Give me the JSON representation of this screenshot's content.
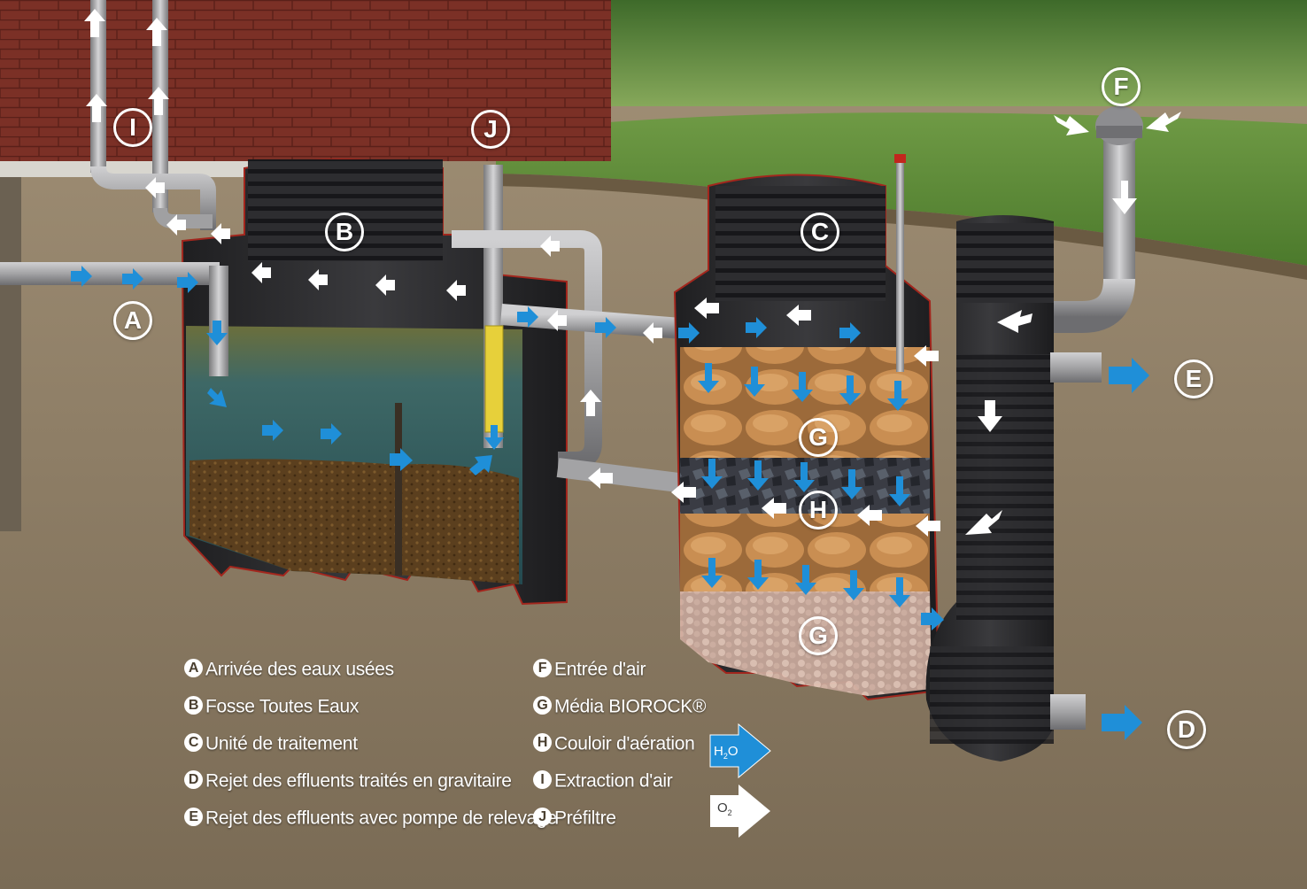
{
  "callouts": [
    {
      "id": "A",
      "label": "A"
    },
    {
      "id": "B",
      "label": "B"
    },
    {
      "id": "C",
      "label": "C"
    },
    {
      "id": "D",
      "label": "D"
    },
    {
      "id": "E",
      "label": "E"
    },
    {
      "id": "F",
      "label": "F"
    },
    {
      "id": "G1",
      "label": "G"
    },
    {
      "id": "G2",
      "label": "G"
    },
    {
      "id": "H",
      "label": "H"
    },
    {
      "id": "I",
      "label": "I"
    },
    {
      "id": "J",
      "label": "J"
    }
  ],
  "legend": {
    "left": [
      {
        "letter": "A",
        "text": "Arrivée des eaux usées"
      },
      {
        "letter": "B",
        "text": "Fosse Toutes Eaux"
      },
      {
        "letter": "C",
        "text": "Unité de traitement"
      },
      {
        "letter": "D",
        "text": "Rejet des effluents traités en gravitaire"
      },
      {
        "letter": "E",
        "text": "Rejet des effluents avec pompe de relevage"
      }
    ],
    "right": [
      {
        "letter": "F",
        "text": "Entrée d'air"
      },
      {
        "letter": "G",
        "text": "Média BIOROCK®"
      },
      {
        "letter": "H",
        "text": "Couloir d'aération"
      },
      {
        "letter": "I",
        "text": "Extraction d'air"
      },
      {
        "letter": "J",
        "text": "Préfiltre"
      }
    ]
  },
  "flow_key": {
    "water": {
      "symbol": "H",
      "sub": "2",
      "tail": "O",
      "color": "#1e8fd6"
    },
    "air": {
      "symbol": "O",
      "sub": "2",
      "tail": "",
      "color": "#ffffff"
    }
  },
  "colors": {
    "soil": "#8a7a62",
    "grass": "#5f8f3a",
    "brick": "#7a2f24",
    "tank": "#2b2b2d",
    "water": "#2f5a5e",
    "pipe": "#9a9a9c",
    "media": "#c68a4c",
    "flow_water": "#1e8fd6",
    "flow_air": "#ffffff"
  }
}
